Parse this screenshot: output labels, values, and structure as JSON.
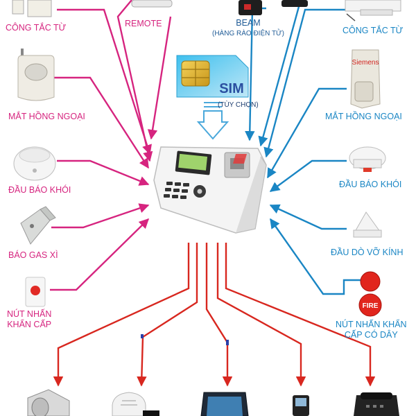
{
  "colors": {
    "left": "#d6247f",
    "right": "#1a86c4",
    "bottom": "#d8271f"
  },
  "left_devices": [
    {
      "icon": "door-contact-icon",
      "label": "CÔNG TẮC TỪ"
    },
    {
      "icon": "pir-sensor-icon",
      "label": "MẮT HỒNG NGOẠI"
    },
    {
      "icon": "smoke-detector-icon",
      "label": "ĐẦU BÁO KHÓI"
    },
    {
      "icon": "gas-detector-icon",
      "label": "BÁO GAS XÌ"
    },
    {
      "icon": "panic-button-icon",
      "label": "NÚT NHẤN",
      "label2": "KHẨN CẤP"
    }
  ],
  "top": {
    "remote": {
      "icon": "remote-icon",
      "label": "REMOTE"
    },
    "beam": {
      "icon": "beam-sensor-icon",
      "label": "BEAM",
      "sub": "(HÀNG RÀO ĐIỆN TỬ)"
    }
  },
  "right_devices": [
    {
      "icon": "door-contact-icon",
      "label": "CÔNG TẮC TỪ"
    },
    {
      "icon": "pir-sensor-icon",
      "label": "MẮT HỒNG NGOẠI",
      "brand": "Siemens"
    },
    {
      "icon": "smoke-detector-icon",
      "label": "ĐẦU BÁO KHÓI"
    },
    {
      "icon": "glass-break-icon",
      "label": "ĐẦU DÒ VỠ KÍNH"
    },
    {
      "icon": "fire-button-icon",
      "label": "NÚT NHẤN KHẨN",
      "label2": "CẤP CÓ DÂY",
      "badge": "FIRE"
    }
  ],
  "sim": {
    "icon": "sim-card-icon",
    "text": "SIM",
    "note": "(TÙY CHỌN)"
  },
  "center": {
    "icon": "alarm-control-panel-icon"
  },
  "outputs": [
    {
      "icon": "siren-horn-icon"
    },
    {
      "icon": "strobe-siren-icon"
    },
    {
      "icon": "tablet-icon"
    },
    {
      "icon": "mobile-phone-icon"
    },
    {
      "icon": "desk-phone-icon"
    }
  ]
}
